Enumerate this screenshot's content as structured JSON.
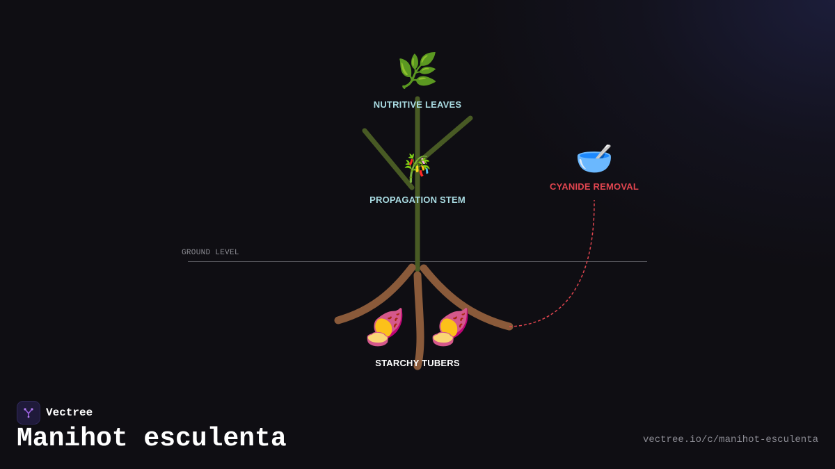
{
  "diagram": {
    "nodes": {
      "leaves": {
        "label": "NUTRITIVE LEAVES",
        "icon": "herb-leaf-icon",
        "glyph": "🌿"
      },
      "stem": {
        "label": "PROPAGATION STEM",
        "icon": "stem-cuttings-icon",
        "glyph": "🎋"
      },
      "cyanide": {
        "label": "CYANIDE REMOVAL",
        "icon": "bowl-with-spoon-icon",
        "glyph": "🥣"
      },
      "tubers": {
        "label": "STARCHY TUBERS",
        "icon": "sweet-potato-icon",
        "glyph": "🍠"
      }
    },
    "ground_label": "GROUND LEVEL",
    "colors": {
      "stem": "#485a24",
      "roots": "#8a5a3a",
      "ground_line": "#5a5a60",
      "connector": "#e0454f",
      "label_teal": "#a9dbe2",
      "label_red": "#e0454f"
    }
  },
  "footer": {
    "brand_name": "Vectree",
    "brand_logo_icon": "vectree-tree-logo-icon",
    "title": "Manihot esculenta",
    "url": "vectree.io/c/manihot-esculenta"
  }
}
